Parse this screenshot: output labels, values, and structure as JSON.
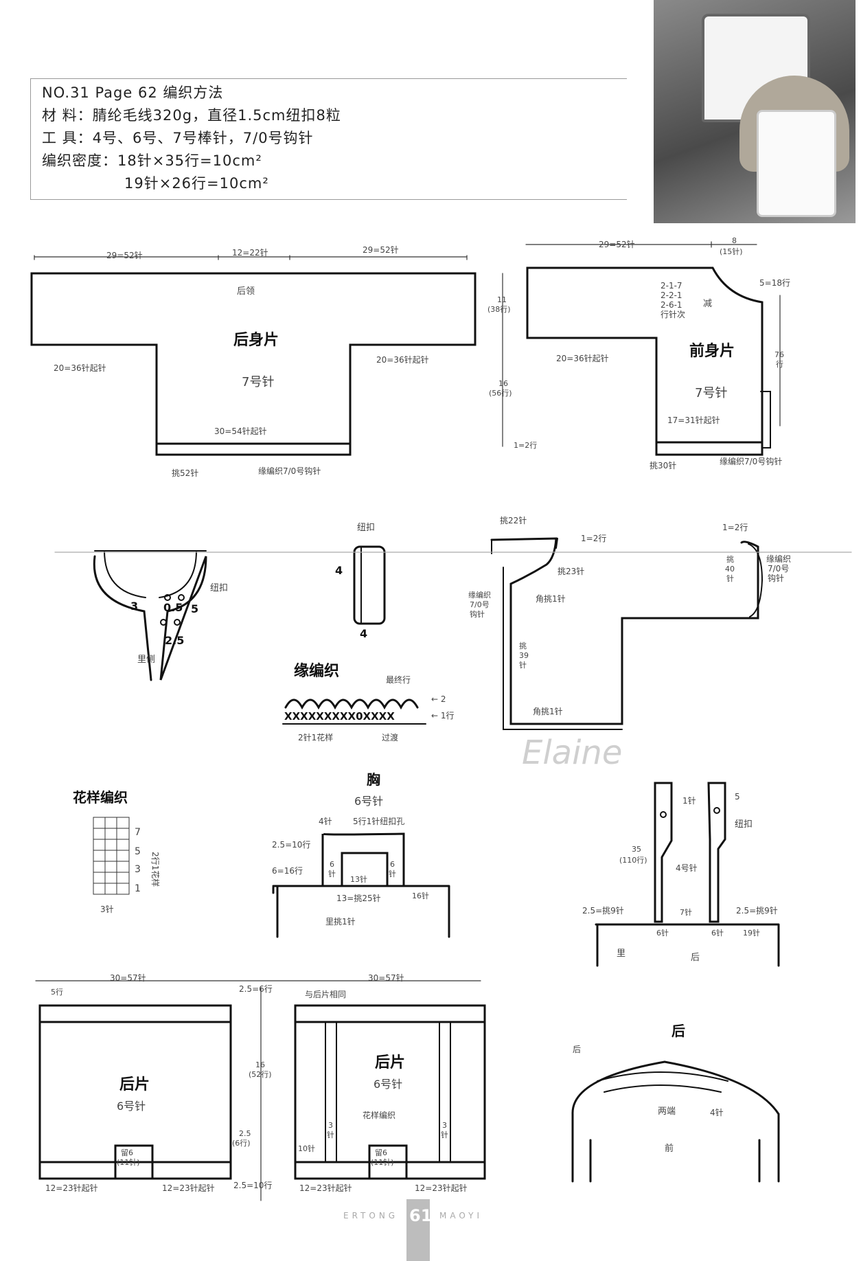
{
  "header": {
    "line1": "NO.31   Page 62    编织方法",
    "line2": "材     料：腈纶毛线320g，直径1.5cm纽扣8粒",
    "line3": "工     具：4号、6号、7号棒针，7/0号钩针",
    "line4": "编织密度：18针×35行=10cm²",
    "line5": "19针×26行=10cm²"
  },
  "back_body": {
    "title": "后身片",
    "needle": "7号针",
    "top_left": "29=52针",
    "top_mid": "12=22针",
    "top_right": "29=52针",
    "neck": "后领",
    "sleeve_left": "20=36针起针",
    "sleeve_right": "20=36针起针",
    "bottom": "30=54针起针",
    "pick": "挑52针",
    "edge": "缘编织7/0号钩针",
    "h1": "11",
    "h1b": "(38行)",
    "h2": "16",
    "h2b": "(56行)",
    "h3": "1=2行"
  },
  "front_body": {
    "title": "前身片",
    "needle": "7号针",
    "top": "29=52针",
    "top_r1": "8",
    "top_r2": "(15针)",
    "rows": "5=18行",
    "dec1": "2-1-7",
    "dec2": "2-2-1",
    "dec3": "2-6-1",
    "dec4": "行针次",
    "dec_label": "减",
    "sleeve": "20=36针起针",
    "h1": "76",
    "h2": "行",
    "bottom": "17=31针起针",
    "pick": "挑30针",
    "edge": "缘编织7/0号钩针"
  },
  "collar": {
    "button": "纽扣",
    "inside": "里侧",
    "n3": "3",
    "n05": "0.5",
    "n5": "5",
    "n25": "2.5"
  },
  "button_strip": {
    "label": "纽扣",
    "n4a": "4",
    "n4b": "4"
  },
  "edge_stitch": {
    "title": "缘编织",
    "final": "最终行",
    "r2": "← 2",
    "r1": "← 1行",
    "rep": "2针1花样",
    "trans": "过渡",
    "row": "XXXXXXXXX0XXXX"
  },
  "front_edge": {
    "pick22": "挑22针",
    "r12a": "1=2行",
    "r12b": "1=2行",
    "pick23": "挑23针",
    "edge": "缘编织",
    "edge2": "7/0号",
    "edge3": "钩针",
    "corner1": "角挑1针",
    "pick39": "挑",
    "pick39b": "39",
    "pick39c": "针",
    "corner2": "角挑1针",
    "pick40": "挑",
    "pick40b": "40",
    "pick40c": "针",
    "edgeR": "缘编织",
    "edgeR2": "7/0号",
    "edgeR3": "钩针"
  },
  "watermark": "Elaine",
  "pattern": {
    "title": "花样编织",
    "r7": "7",
    "r5": "5",
    "r3": "3",
    "r1": "1",
    "rep": "2行1花样",
    "st": "3针"
  },
  "chest": {
    "title": "胸",
    "needle": "6号针",
    "s4": "4针",
    "buttonhole": "5行1针纽扣孔",
    "r25": "2.5=10行",
    "r6": "6=16行",
    "c6": "6",
    "c6b": "针",
    "c6c": "6",
    "c6d": "针",
    "s13": "13针",
    "pick": "13=挑25针",
    "s16": "16针",
    "inner": "里挑1针"
  },
  "strap": {
    "s1": "1针",
    "n5": "5",
    "button": "纽扣",
    "h1": "35",
    "h2": "(110行)",
    "s4": "4号针",
    "lpick": "2.5=挑9针",
    "s7": "7针",
    "rpick": "2.5=挑9针",
    "s6a": "6针",
    "s6b": "6针",
    "s19": "19针",
    "inner": "里",
    "back": "后"
  },
  "pants_back": {
    "title": "后片",
    "needle": "6号针",
    "top": "30=57针",
    "r5": "5行",
    "r25": "2.5=6行",
    "h1": "16",
    "h1b": "(52行)",
    "h2": "2.5",
    "h2b": "(6行)",
    "bottom_l": "12=23针起针",
    "bottom_r": "12=23针起针",
    "bottom_rows": "2.5=10行",
    "leave": "留6",
    "leave2": "(11针)"
  },
  "pants_back2": {
    "title": "后片",
    "needle": "6号针",
    "top": "30=57针",
    "same": "与后片相同",
    "pattern": "花样编织",
    "s3a": "3",
    "s3b": "针",
    "s3c": "3",
    "s3d": "针",
    "c10": "10针",
    "bottom_l": "12=23针起针",
    "bottom_r": "12=23针起针",
    "leave": "留6",
    "leave2": "(11针)"
  },
  "assembly": {
    "title": "后",
    "back": "后",
    "ends": "两端",
    "s4": "4针",
    "front": "前"
  },
  "footer": {
    "brand_l": "ERTONG",
    "page": "61",
    "brand_r": "MAOYI"
  }
}
